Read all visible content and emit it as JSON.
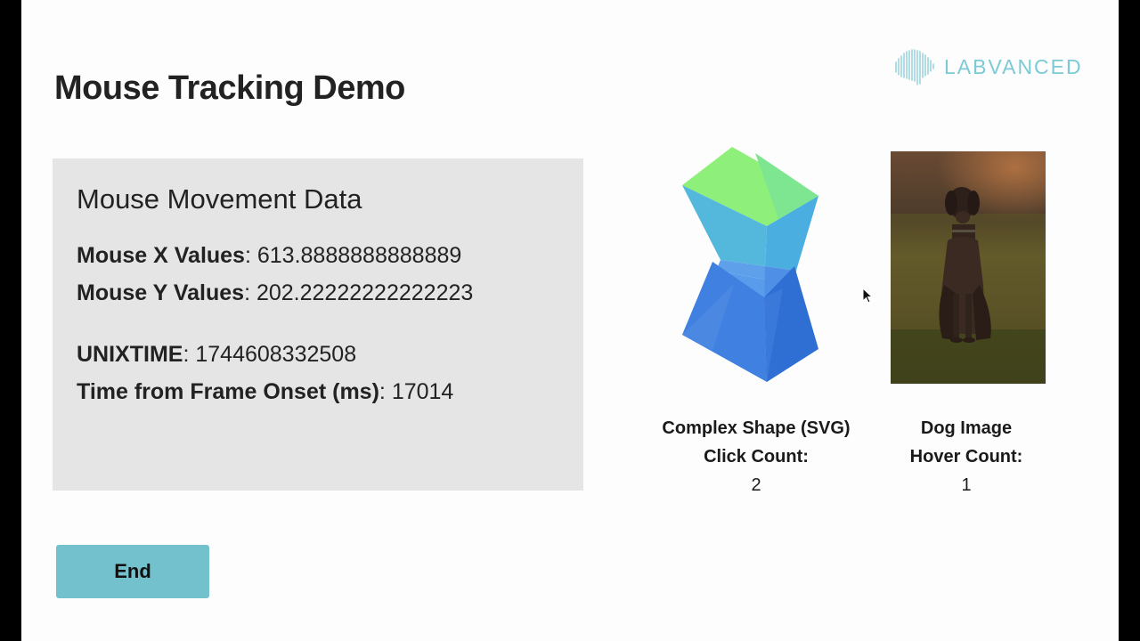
{
  "page": {
    "title": "Mouse Tracking Demo"
  },
  "logo": {
    "text": "LABVANCED",
    "icon": "soundwave-logo-icon"
  },
  "panel": {
    "title": "Mouse Movement Data",
    "mouse_x_label": "Mouse X Values",
    "mouse_x_value": "613.8888888888889",
    "mouse_y_label": "Mouse Y Values",
    "mouse_y_value": "202.22222222222223",
    "unixtime_label": "UNIXTIME",
    "unixtime_value": "1744608332508",
    "onset_label": "Time from Frame Onset (ms)",
    "onset_value": "17014"
  },
  "shape": {
    "caption_line1": "Complex Shape (SVG)",
    "caption_line2": "Click Count:",
    "count": "2"
  },
  "dog": {
    "caption_line1": "Dog Image",
    "caption_line2": "Hover Count:",
    "count": "1"
  },
  "actions": {
    "end_label": "End"
  },
  "colors": {
    "panel_bg": "#e5e5e5",
    "button_bg": "#72c1cc",
    "logo_accent": "#7ccad6",
    "shape_green": "#8ef07a",
    "shape_blue": "#3f80e0"
  }
}
